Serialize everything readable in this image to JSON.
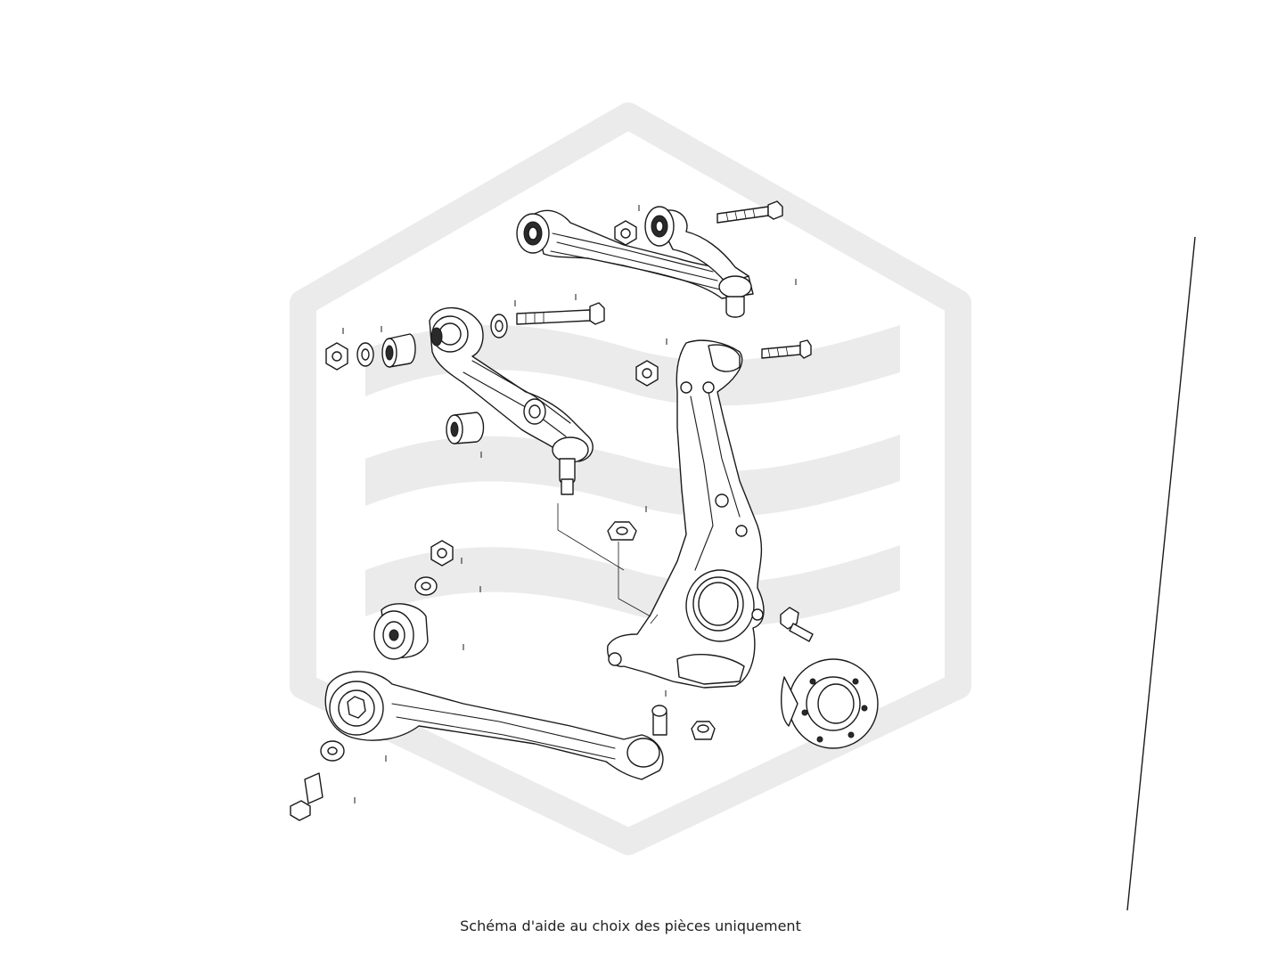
{
  "caption": "Schéma d'aide au choix des pièces uniquement",
  "colors": {
    "watermark": "#ebebeb",
    "line": "#1a1a1a",
    "background": "#ffffff"
  },
  "parts": [
    "upper-control-arm",
    "upper-arm-bolt",
    "upper-arm-nut",
    "front-lower-arm",
    "front-lower-arm-bolt",
    "front-lower-arm-nut",
    "front-lower-arm-washer",
    "front-lower-arm-bushing",
    "front-lower-arm-rear-bushing",
    "steering-knuckle",
    "knuckle-pinch-bolt",
    "knuckle-nut",
    "ball-joint-nut",
    "lower-control-arm",
    "lower-arm-bushing",
    "lower-arm-nut",
    "lower-arm-washer",
    "lower-arm-bolt",
    "lower-arm-ball-joint-nut",
    "wheel-hub-bearing",
    "hub-bolt"
  ]
}
